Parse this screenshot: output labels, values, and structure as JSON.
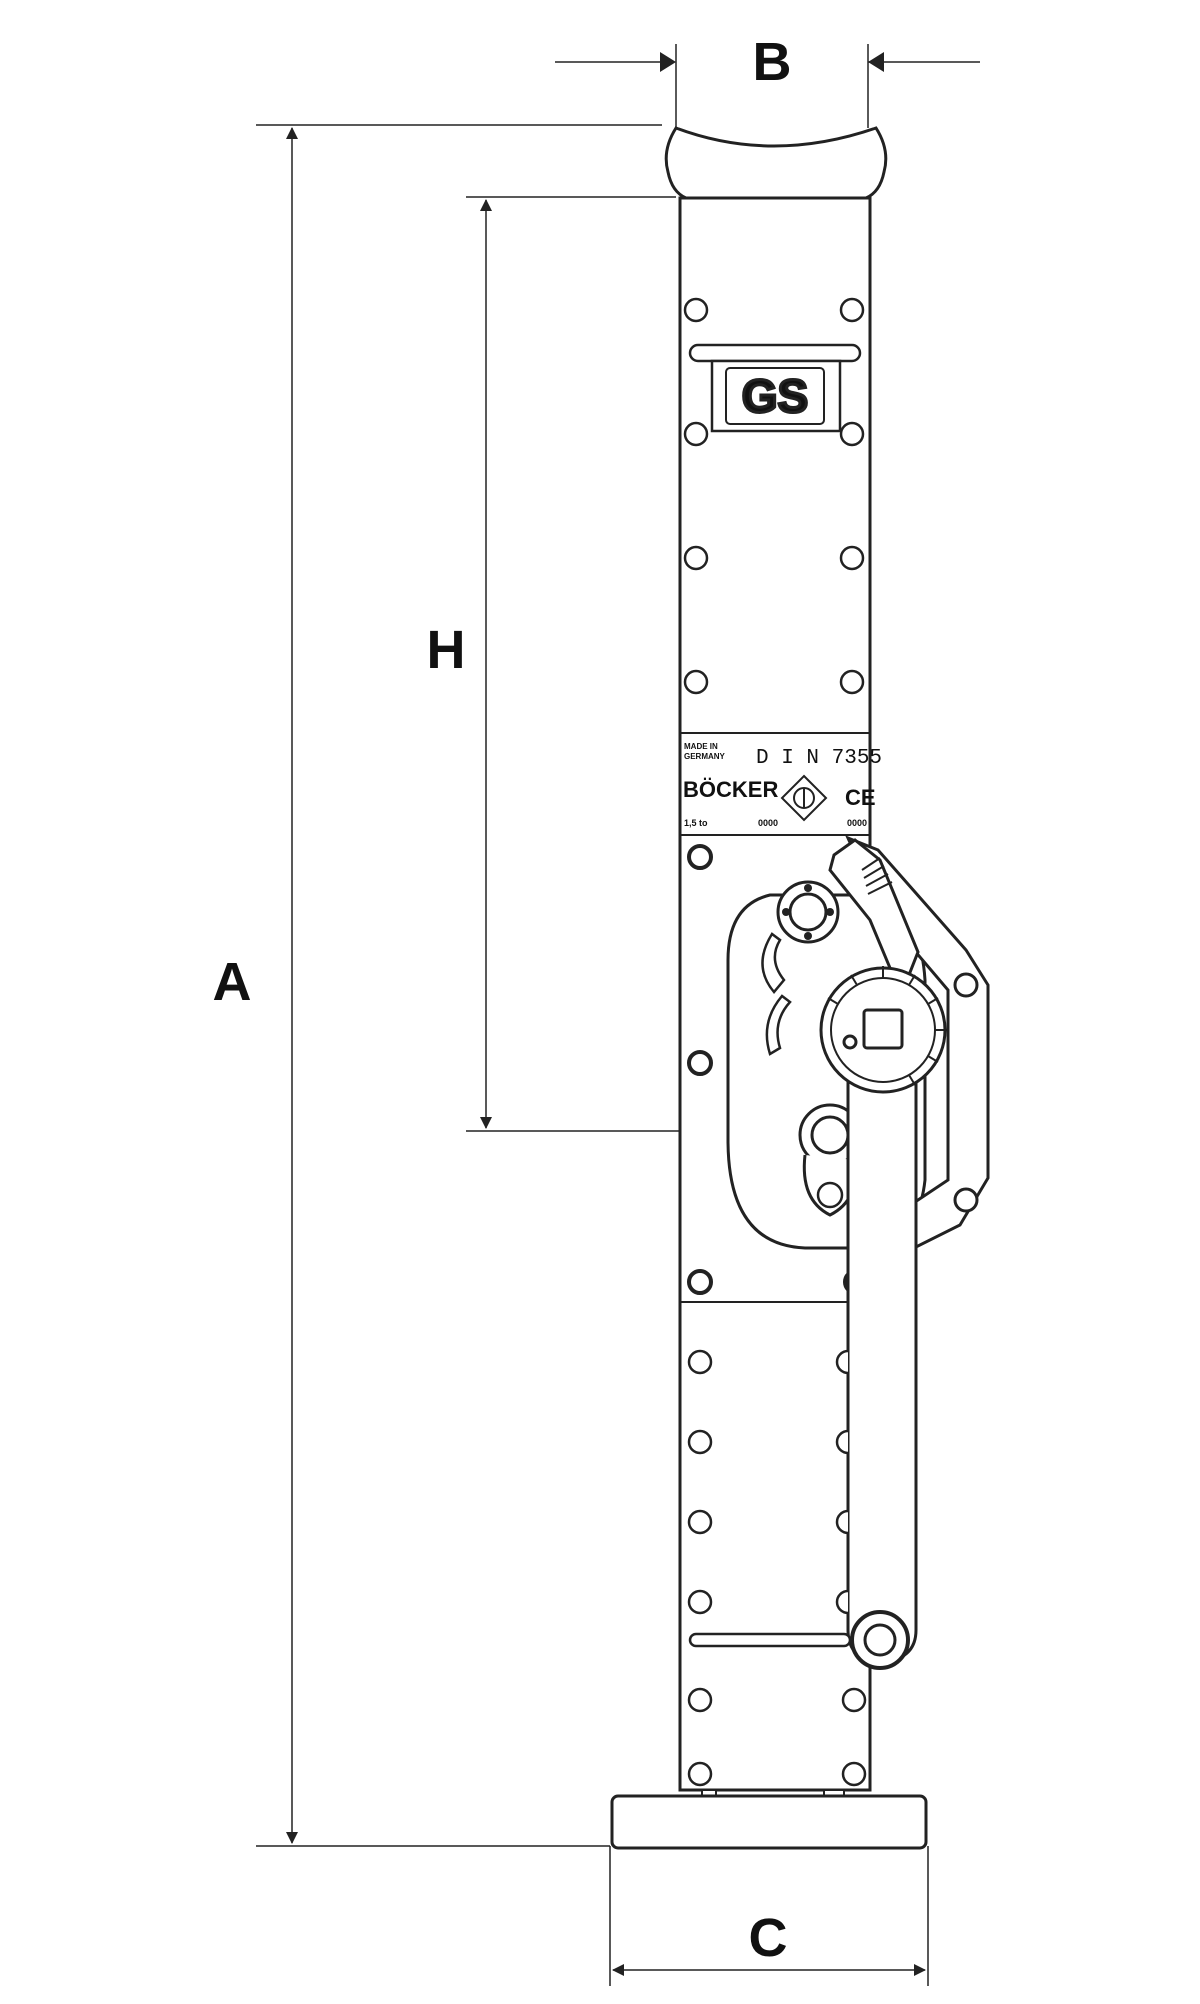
{
  "dimensions": {
    "a": "A",
    "b": "B",
    "c": "C",
    "h": "H"
  },
  "plate": {
    "made_in": "MADE IN",
    "germany": "GERMANY",
    "standard": "D I N   7355",
    "brand": "BÖCKER",
    "capacity": "1,5 to",
    "serial_left": "0000",
    "serial_right": "0000",
    "ce_mark": "CE"
  },
  "certification": {
    "gs_mark": "GS"
  }
}
